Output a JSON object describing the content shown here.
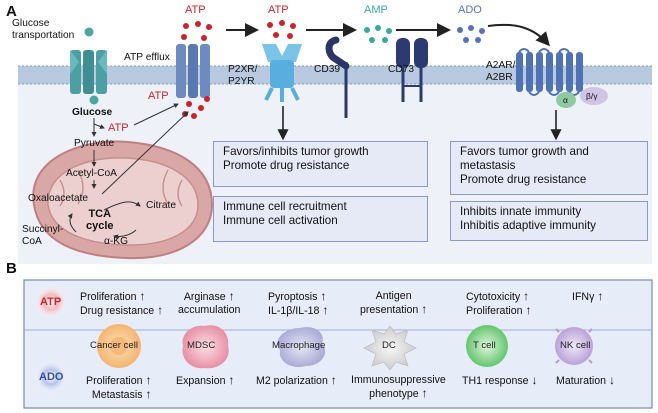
{
  "panels": {
    "a": "A",
    "b": "B"
  },
  "molecules": {
    "atp": "ATP",
    "amp": "AMP",
    "ado": "ADO"
  },
  "colors": {
    "atp_red": "#c8252b",
    "amp_teal": "#3aa8a0",
    "ado_blue": "#5872b6",
    "membrane": "#b9c9df",
    "box_fill": "#e6e9f6",
    "box_border": "#8e97c9",
    "mito": "#c98d8d"
  },
  "panel_a": {
    "glucose_transport": "Glucose\ntransportation",
    "atp_efflux": "ATP efflux",
    "p2": "P2XR/\nP2YR",
    "cd39": "CD39",
    "cd73": "CD73",
    "a2": "A2AR/\nA2BR",
    "alpha": "α",
    "betagamma": "β/γ",
    "glucose": "Glucose",
    "pyruvate": "Pyruvate",
    "acetyl": "Acetyl-CoA",
    "oxaloacetate": "Oxaloacetate",
    "citrate": "Citrate",
    "tca": "TCA\ncycle",
    "succinyl": "Succinyl-\nCoA",
    "akg": "α-KG",
    "atp_boxes": [
      [
        "Favors/inhibits tumor growth",
        "Promote drug resistance"
      ],
      [
        "Immune cell recruitment",
        "Immune cell activation"
      ]
    ],
    "ado_boxes": [
      [
        "Favors tumor growth and",
        "metastasis",
        "Promote drug resistance"
      ],
      [
        "Inhibits innate immunity",
        "Inhibitis adaptive immunity"
      ]
    ]
  },
  "panel_b": {
    "atp_label": "ATP",
    "ado_label": "ADO",
    "arrow_up": "↑",
    "arrow_down": "↓",
    "cells": [
      "Cancer cell",
      "MDSC",
      "Macrophage",
      "DC",
      "T cell",
      "NK cell"
    ],
    "atp_effects": [
      [
        "Proliferation",
        "Drug resistance"
      ],
      [
        "Arginase",
        "accumulation"
      ],
      [
        "Pyroptosis",
        "IL-1β/IL-18"
      ],
      [
        "Antigen",
        "presentation"
      ],
      [
        "Cytotoxicity",
        "Proliferation"
      ],
      [
        "IFNγ"
      ]
    ],
    "ado_effects": [
      [
        "Proliferation",
        "Metastasis"
      ],
      [
        "Expansion"
      ],
      [
        "M2 polarization"
      ],
      [
        "Immunosuppressive",
        "phenotype"
      ],
      [
        "TH1 response"
      ],
      [
        "Maturation"
      ]
    ]
  }
}
